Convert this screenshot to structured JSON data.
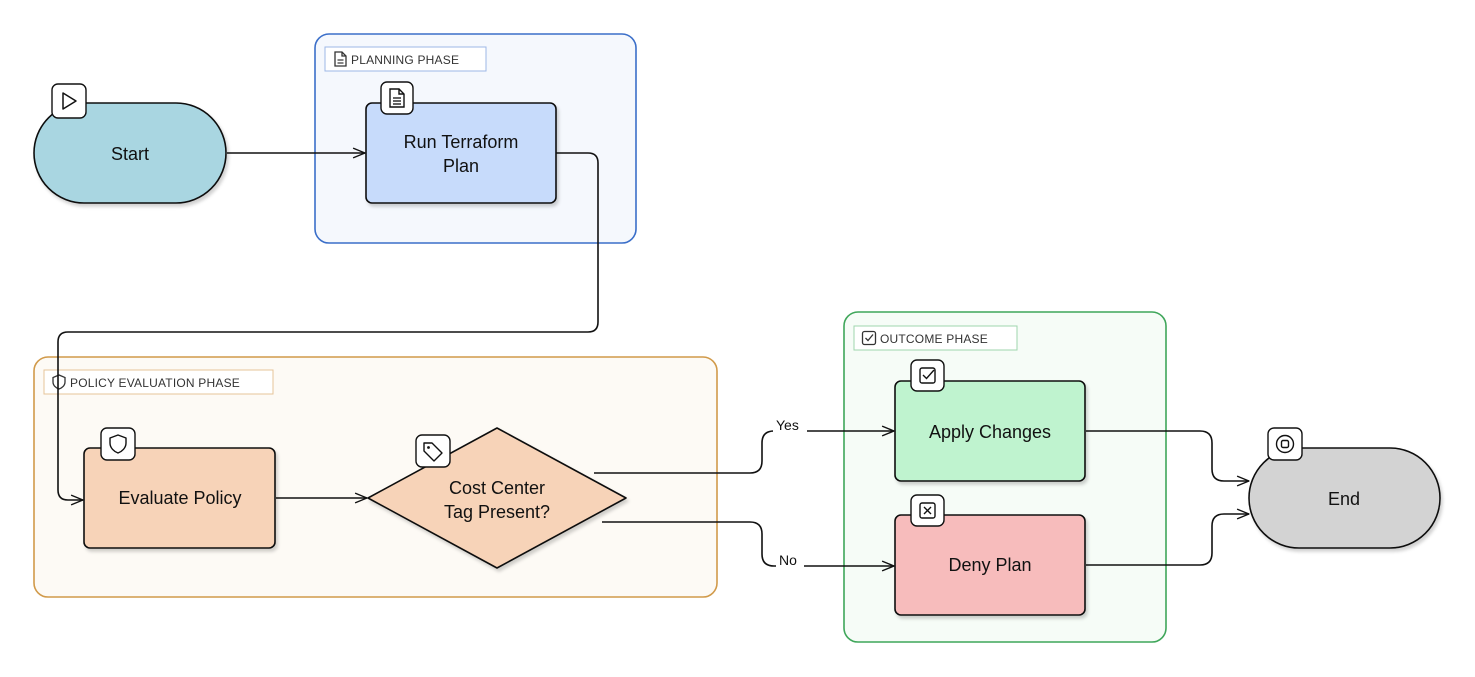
{
  "groups": {
    "planning": {
      "label": "PLANNING PHASE",
      "icon": "document-icon",
      "border": "#3b6fc9",
      "fill": "#f5f8fd"
    },
    "policy": {
      "label": "POLICY EVALUATION PHASE",
      "icon": "shield-icon",
      "border": "#d19a4a",
      "fill": "#fdfaf5"
    },
    "outcome": {
      "label": "OUTCOME PHASE",
      "icon": "checkbox-icon",
      "border": "#3fa65a",
      "fill": "#f6fcf7"
    }
  },
  "nodes": {
    "start": {
      "label": "Start",
      "icon": "play-icon",
      "fill": "#a9d6e1"
    },
    "run_plan": {
      "line1": "Run Terraform",
      "line2": "Plan",
      "icon": "document-icon",
      "fill": "#c7dbfb"
    },
    "evaluate": {
      "label": "Evaluate Policy",
      "icon": "shield-icon",
      "fill": "#f7d3b8"
    },
    "decision": {
      "line1": "Cost Center",
      "line2": "Tag Present?",
      "icon": "tag-icon",
      "fill": "#f7d3b8"
    },
    "apply": {
      "label": "Apply Changes",
      "icon": "checkbox-icon",
      "fill": "#bff3cf"
    },
    "deny": {
      "label": "Deny Plan",
      "icon": "close-box-icon",
      "fill": "#f7bcbc"
    },
    "end": {
      "label": "End",
      "icon": "stop-icon",
      "fill": "#d3d3d3"
    }
  },
  "edges": {
    "yes_label": "Yes",
    "no_label": "No"
  }
}
